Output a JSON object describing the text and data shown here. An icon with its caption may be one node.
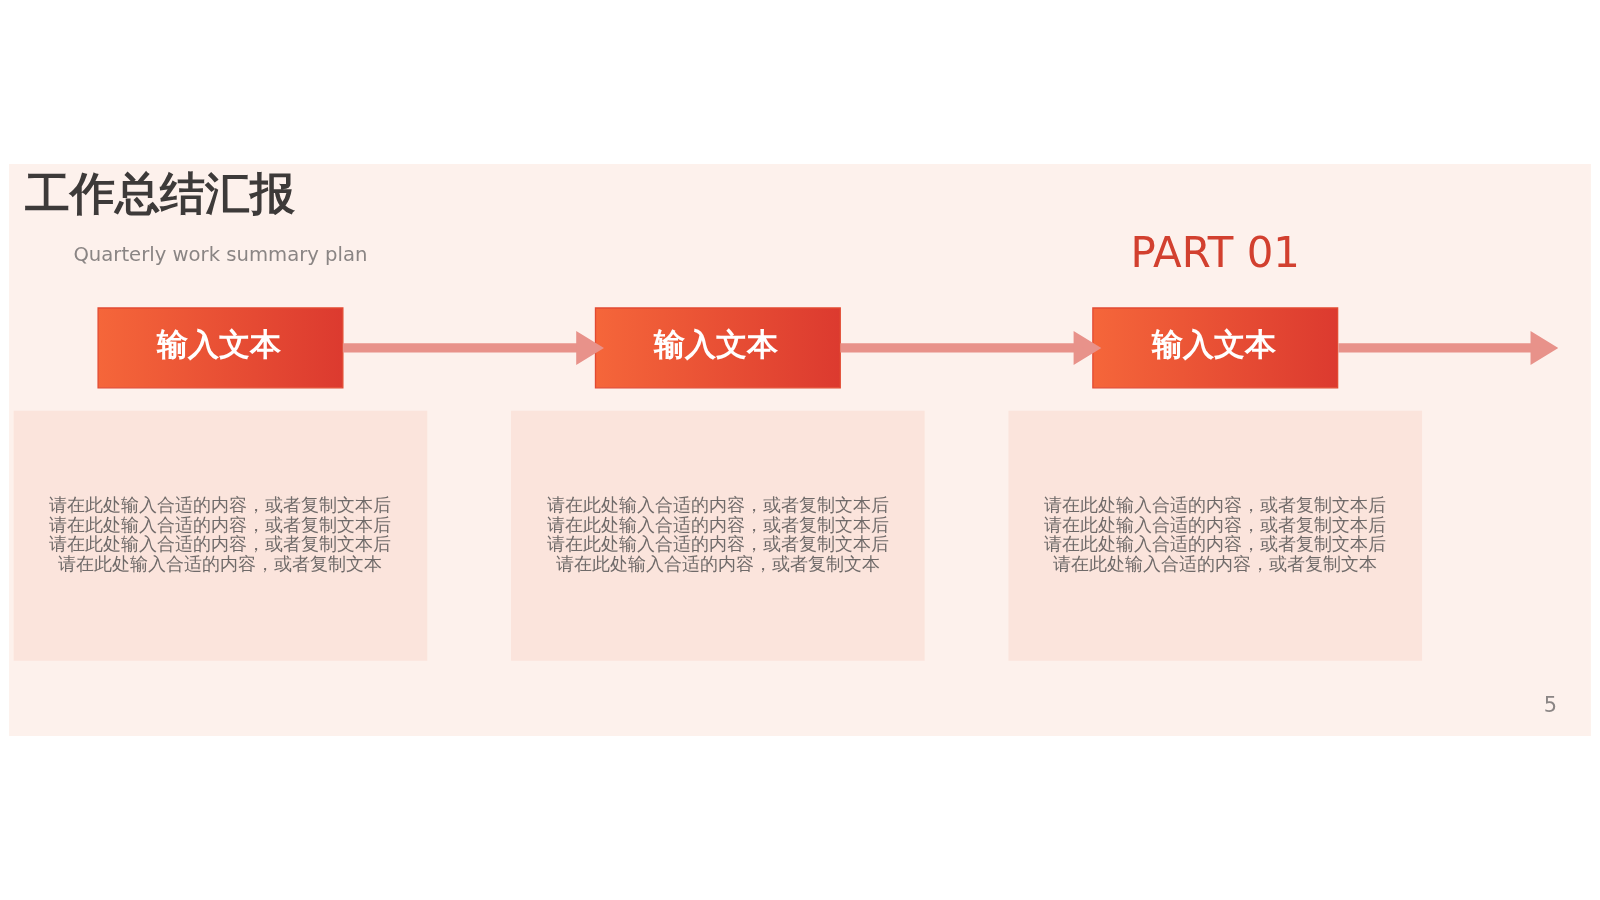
{
  "diagram": {
    "title": "工作总结汇报",
    "nodes": [
      {
        "text": [
          "输入文本"
        ]
      },
      {
        "text": [
          "请在此处输入合适的内容，或者复制文本后请在此处输入合适的内容，或者复制文本后请在此处输入合适的内容，或者复制文本后请在此处输入合适的内容，或者复制文本"
        ]
      },
      {
        "text": [
          "输入文本"
        ]
      },
      {
        "text": [
          "请在此处输入合适的内容，或者复制文本后请在此处输入合适的内容，或者复制文本后请在此处输入合适的内容，或者复制文本后请在此处输入合适的内容，或者复制文本"
        ]
      },
      {
        "text": [
          "输入文本"
        ]
      },
      {
        "text": [
          "请在此处输入合适的内容，或者复制文本后请在此处输入合适的内容，或者复制文本后请在此处输入合适的内容，或者复制文本后请在此处输入合适的内容，或者复制文本"
        ]
      }
    ],
    "edges": [
      {
        "from": 0,
        "to": 2,
        "arrow": "to"
      },
      {
        "from": 2,
        "to": 4,
        "arrow": "to"
      },
      {
        "from": 4,
        "to": null,
        "arrow": "to"
      }
    ],
    "labels": [
      "Quarterly work summary plan",
      "PART 01",
      "5"
    ]
  }
}
